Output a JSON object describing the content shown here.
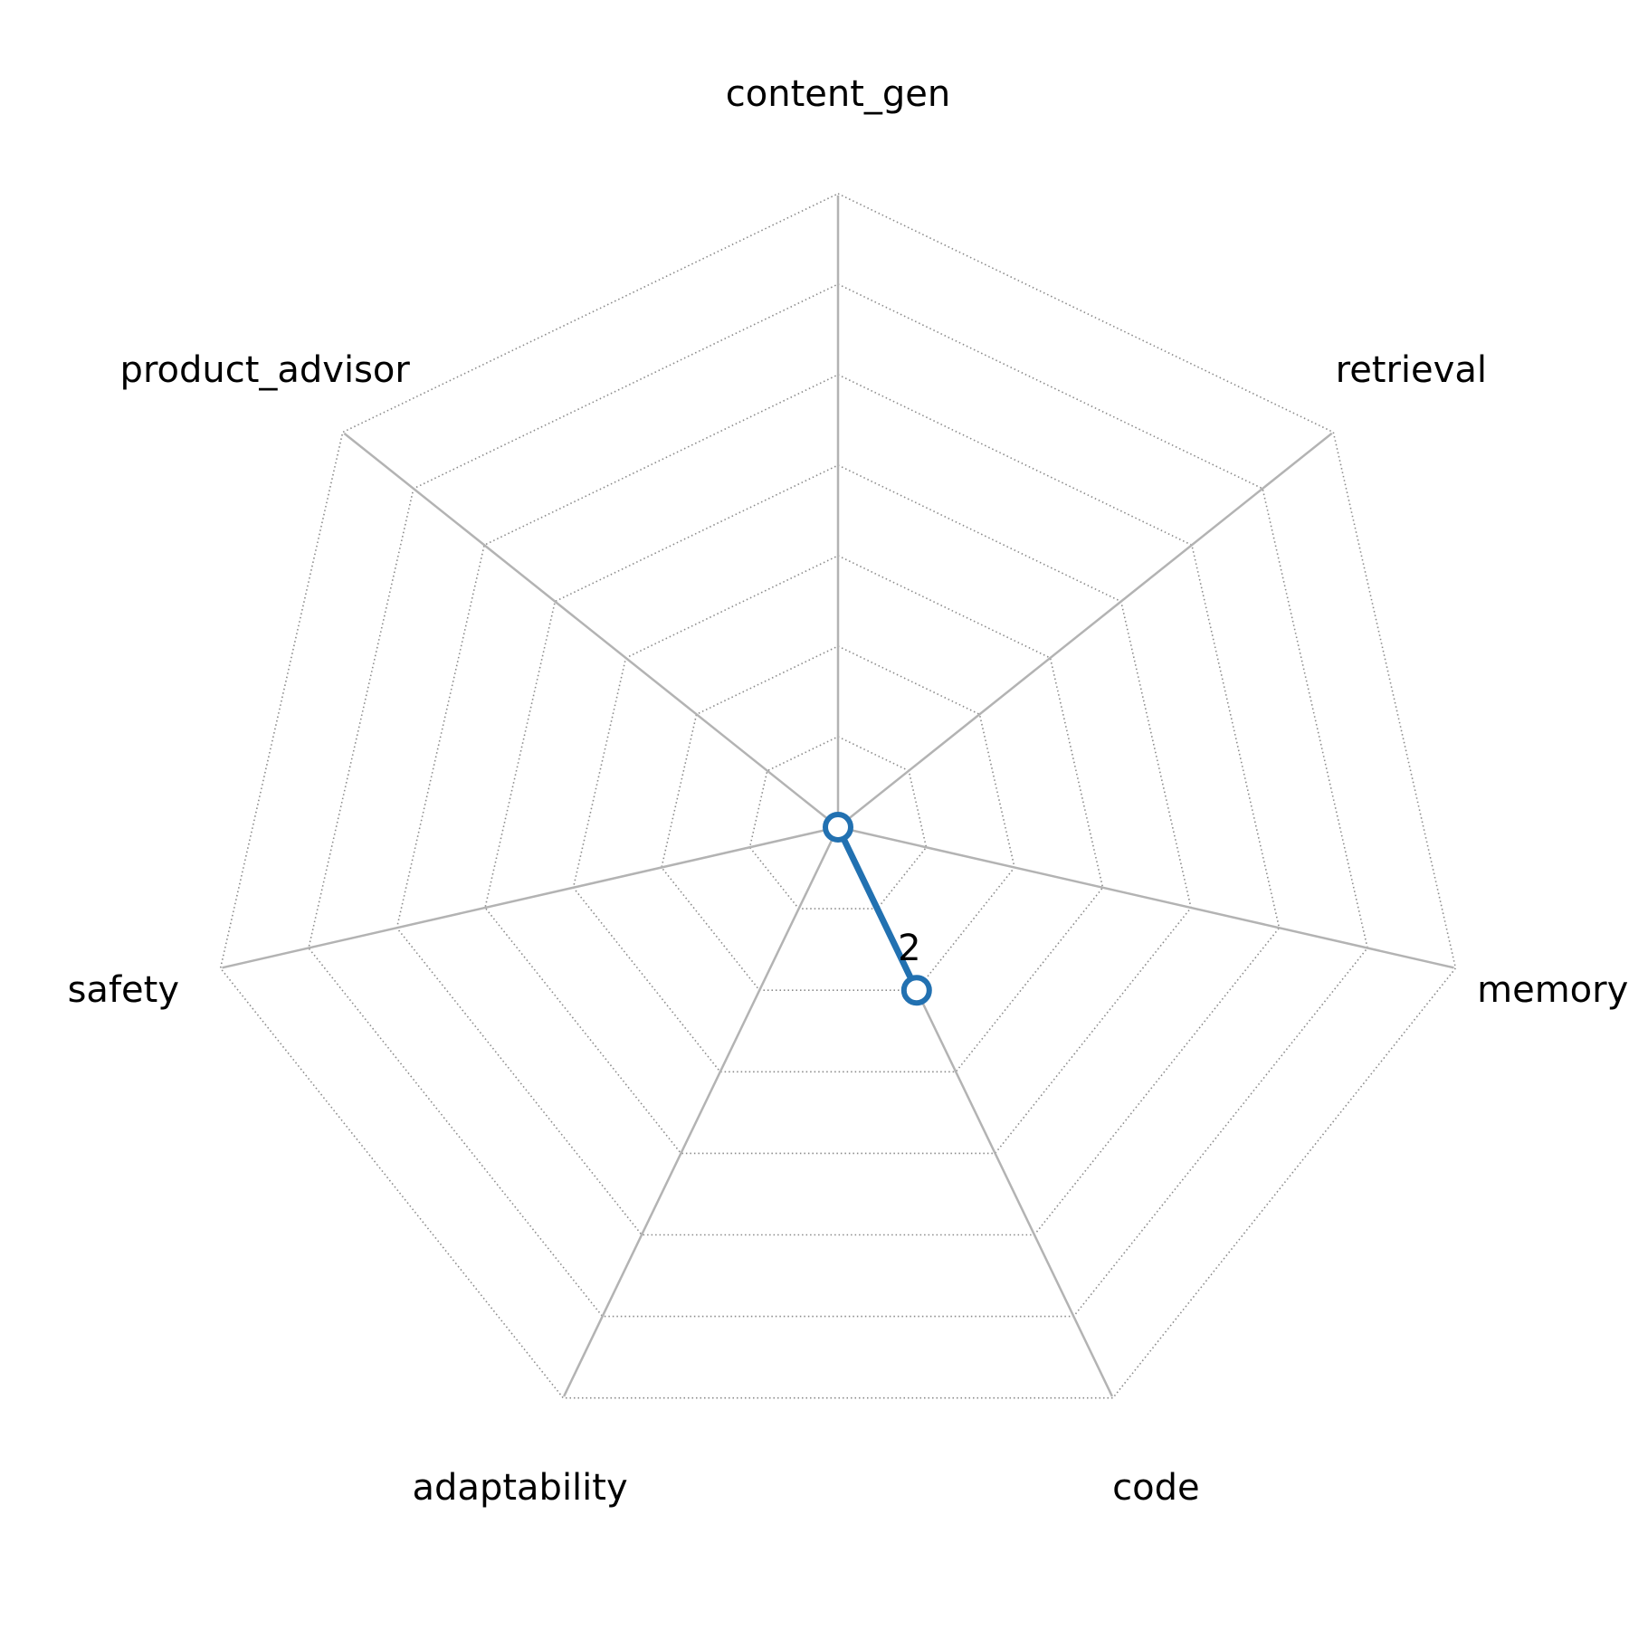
{
  "chart_data": {
    "type": "radar",
    "categories": [
      "content_gen",
      "retrieval",
      "memory",
      "code",
      "adaptability",
      "safety",
      "product_advisor"
    ],
    "series": [
      {
        "values": [
          0,
          0,
          0,
          2,
          0,
          0,
          0
        ]
      }
    ],
    "data_labels": [
      "",
      "",
      "",
      "2",
      "",
      "",
      ""
    ],
    "rlim": [
      0,
      7
    ],
    "rings": [
      1,
      2,
      3,
      4,
      5,
      6,
      7
    ],
    "grid": true,
    "colors": {
      "series": "#2271b1",
      "spokes": "#b3b3b3",
      "rings": "#8a8a8a",
      "marker_fill": "#ffffff"
    }
  }
}
